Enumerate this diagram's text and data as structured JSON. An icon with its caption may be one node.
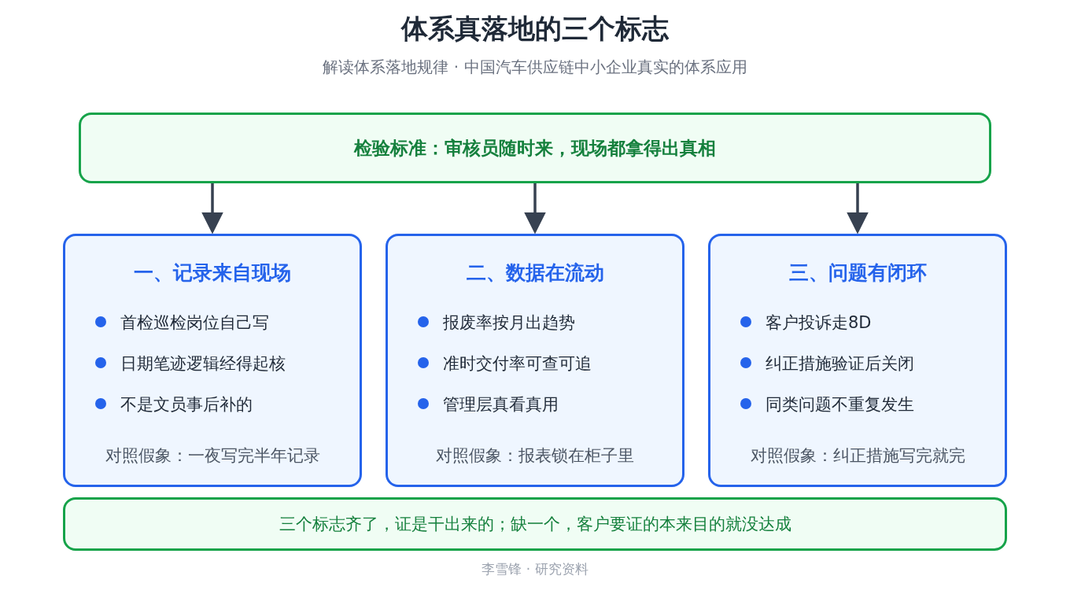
{
  "diagram": {
    "title": "体系真落地的三个标志",
    "nodes": [
      {
        "text": [
          "检验标准：审核员随时来，现场都拿得出真相"
        ]
      },
      {
        "text": [
          "一、记录来自现场",
          "首检巡检岗位自己写",
          "日期笔迹逻辑经得起核",
          "不是文员事后补的",
          "对照假象：一夜写完半年记录"
        ]
      },
      {
        "text": [
          "二、数据在流动",
          "报废率按月出趋势",
          "准时交付率可查可追",
          "管理层真看真用",
          "对照假象：报表锁在柜子里"
        ]
      },
      {
        "text": [
          "三、问题有闭环",
          "客户投诉走8D",
          "纠正措施验证后关闭",
          "同类问题不重复发生",
          "对照假象：纠正措施写完就完"
        ]
      },
      {
        "text": [
          "三个标志齐了，证是干出来的；缺一个，客户要证的本来目的就没达成"
        ]
      }
    ],
    "edges": [
      {
        "from": 0,
        "to": 1,
        "arrow": "to"
      },
      {
        "from": 0,
        "to": 2,
        "arrow": "to"
      },
      {
        "from": 0,
        "to": 3,
        "arrow": "to"
      }
    ],
    "labels": [
      "解读体系落地规律 · 中国汽车供应链中小企业真实的体系应用",
      "李雪锋 · 研究资料"
    ]
  }
}
